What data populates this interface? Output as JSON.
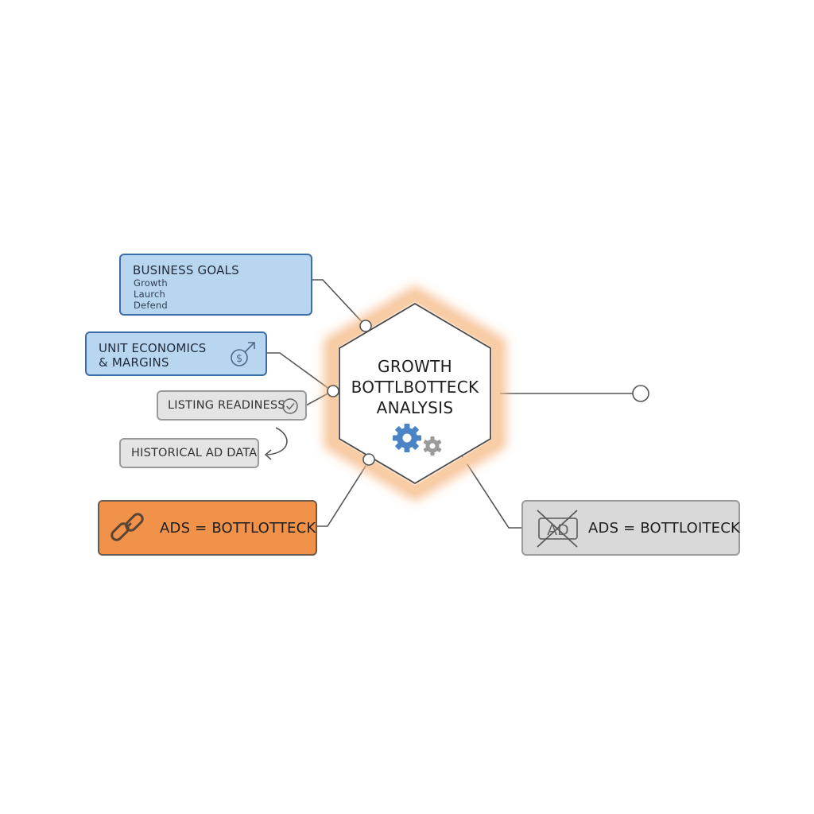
{
  "center": {
    "title_lines": [
      "GROWTH",
      "BOTTLBOTTECK",
      "ANALYSIS"
    ],
    "icon": "gears-icon",
    "glow_color": "#f6b987"
  },
  "inputs": {
    "business_goals": {
      "title": "BUSINESS GOALS",
      "items": [
        "Growth",
        "Laurch",
        "Defend"
      ]
    },
    "unit_economics": {
      "title_line1": "UNIT ECONOMICS",
      "title_line2": "& MARGINS",
      "icon": "dollar-arrow-icon"
    },
    "listing_readiness": {
      "label": "LISTING READINESS",
      "icon": "check-circle-icon"
    },
    "historical_ad_data": {
      "label": "HISTORICAL AD DATA",
      "icon": "curved-arrow-icon"
    }
  },
  "outputs": {
    "ads_bottleneck": {
      "label": "ADS = BOTTLOTTECK",
      "icon": "broken-link-icon",
      "color": "#f0924a"
    },
    "ads_not_bottleneck": {
      "label": "ADS = BOTTLOITECK",
      "icon": "crossed-ad-icon",
      "icon_text": "AD"
    }
  },
  "colors": {
    "blue_fill": "#b9d6f0",
    "blue_border": "#3c6ea6",
    "grey_fill": "#e4e4e4",
    "orange_fill": "#f0924a",
    "connector": "#555555"
  }
}
